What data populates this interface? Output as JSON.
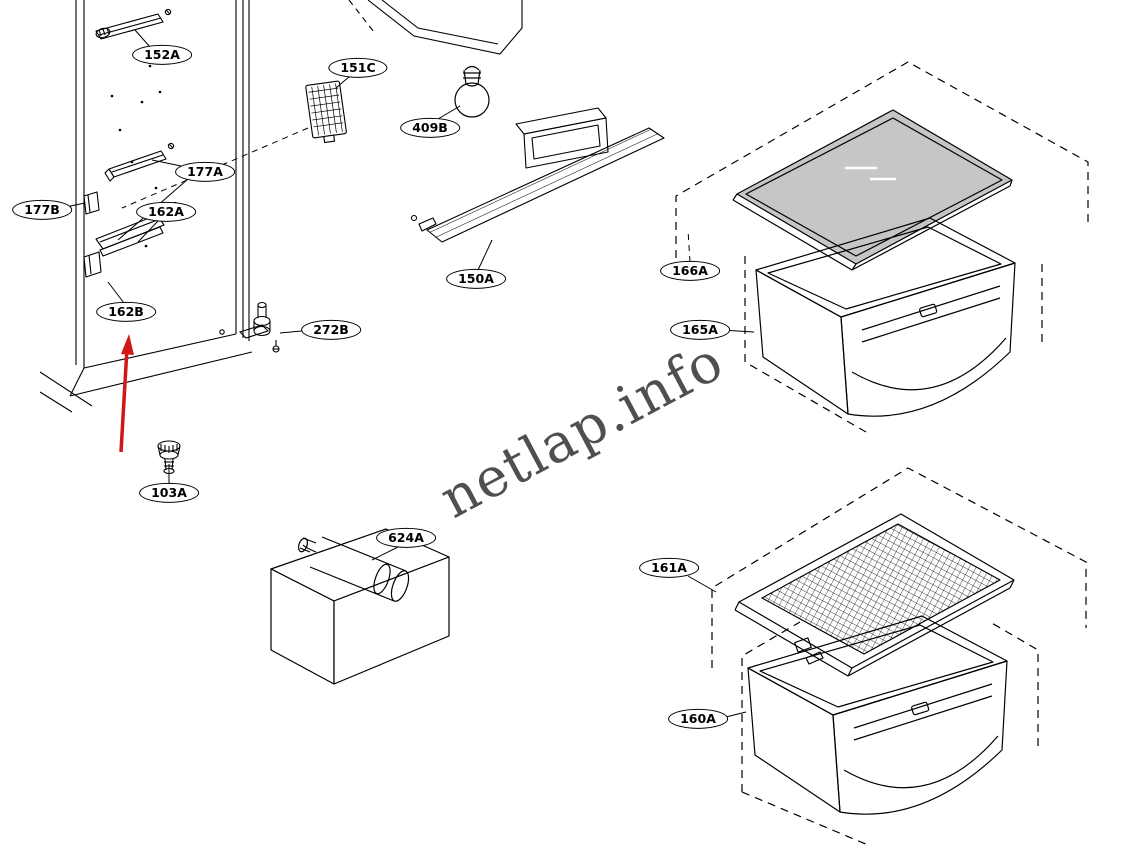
{
  "watermark": "netlap.info",
  "parts": [
    {
      "label": "152A"
    },
    {
      "label": "151C"
    },
    {
      "label": "409B"
    },
    {
      "label": "177A"
    },
    {
      "label": "177B"
    },
    {
      "label": "162A"
    },
    {
      "label": "162B"
    },
    {
      "label": "272B"
    },
    {
      "label": "103A"
    },
    {
      "label": "150A"
    },
    {
      "label": "166A"
    },
    {
      "label": "165A"
    },
    {
      "label": "624A"
    },
    {
      "label": "161A"
    },
    {
      "label": "160A"
    }
  ],
  "colors": {
    "arrow": "#d01818",
    "line": "#1a1a1a",
    "shelf": "#c6c6c6",
    "watermark": "#3c3c3c"
  }
}
